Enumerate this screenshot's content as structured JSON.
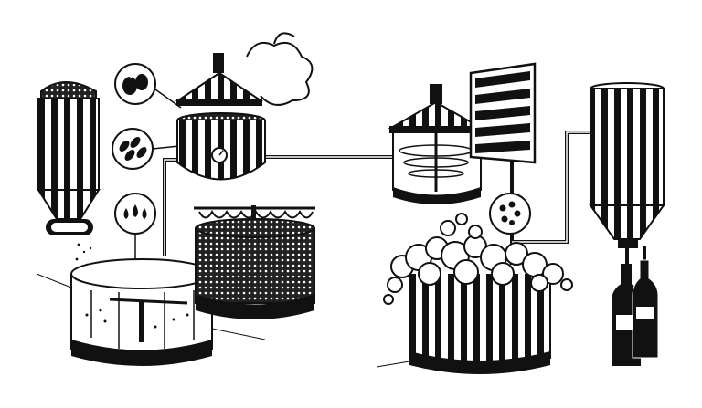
{
  "illustration": {
    "ink_color": "#111111",
    "paper_color": "#ffffff",
    "stages": [
      {
        "id": "grain-silo",
        "icon": "silo-icon"
      },
      {
        "id": "hops",
        "icon": "hops-icon"
      },
      {
        "id": "malt",
        "icon": "grain-icon"
      },
      {
        "id": "water",
        "icon": "water-drops-icon"
      },
      {
        "id": "mash-tun",
        "icon": "mash-tun-icon"
      },
      {
        "id": "brew-kettle",
        "icon": "kettle-icon"
      },
      {
        "id": "lauter-tun",
        "icon": "lauter-tun-icon"
      },
      {
        "id": "whirlpool",
        "icon": "whirlpool-icon"
      },
      {
        "id": "wort-chiller",
        "icon": "chiller-icon"
      },
      {
        "id": "yeast",
        "icon": "yeast-icon"
      },
      {
        "id": "fermenter",
        "icon": "fermenter-icon"
      },
      {
        "id": "conditioning-tank",
        "icon": "tank-icon"
      },
      {
        "id": "bottles",
        "icon": "bottle-icon"
      }
    ]
  }
}
